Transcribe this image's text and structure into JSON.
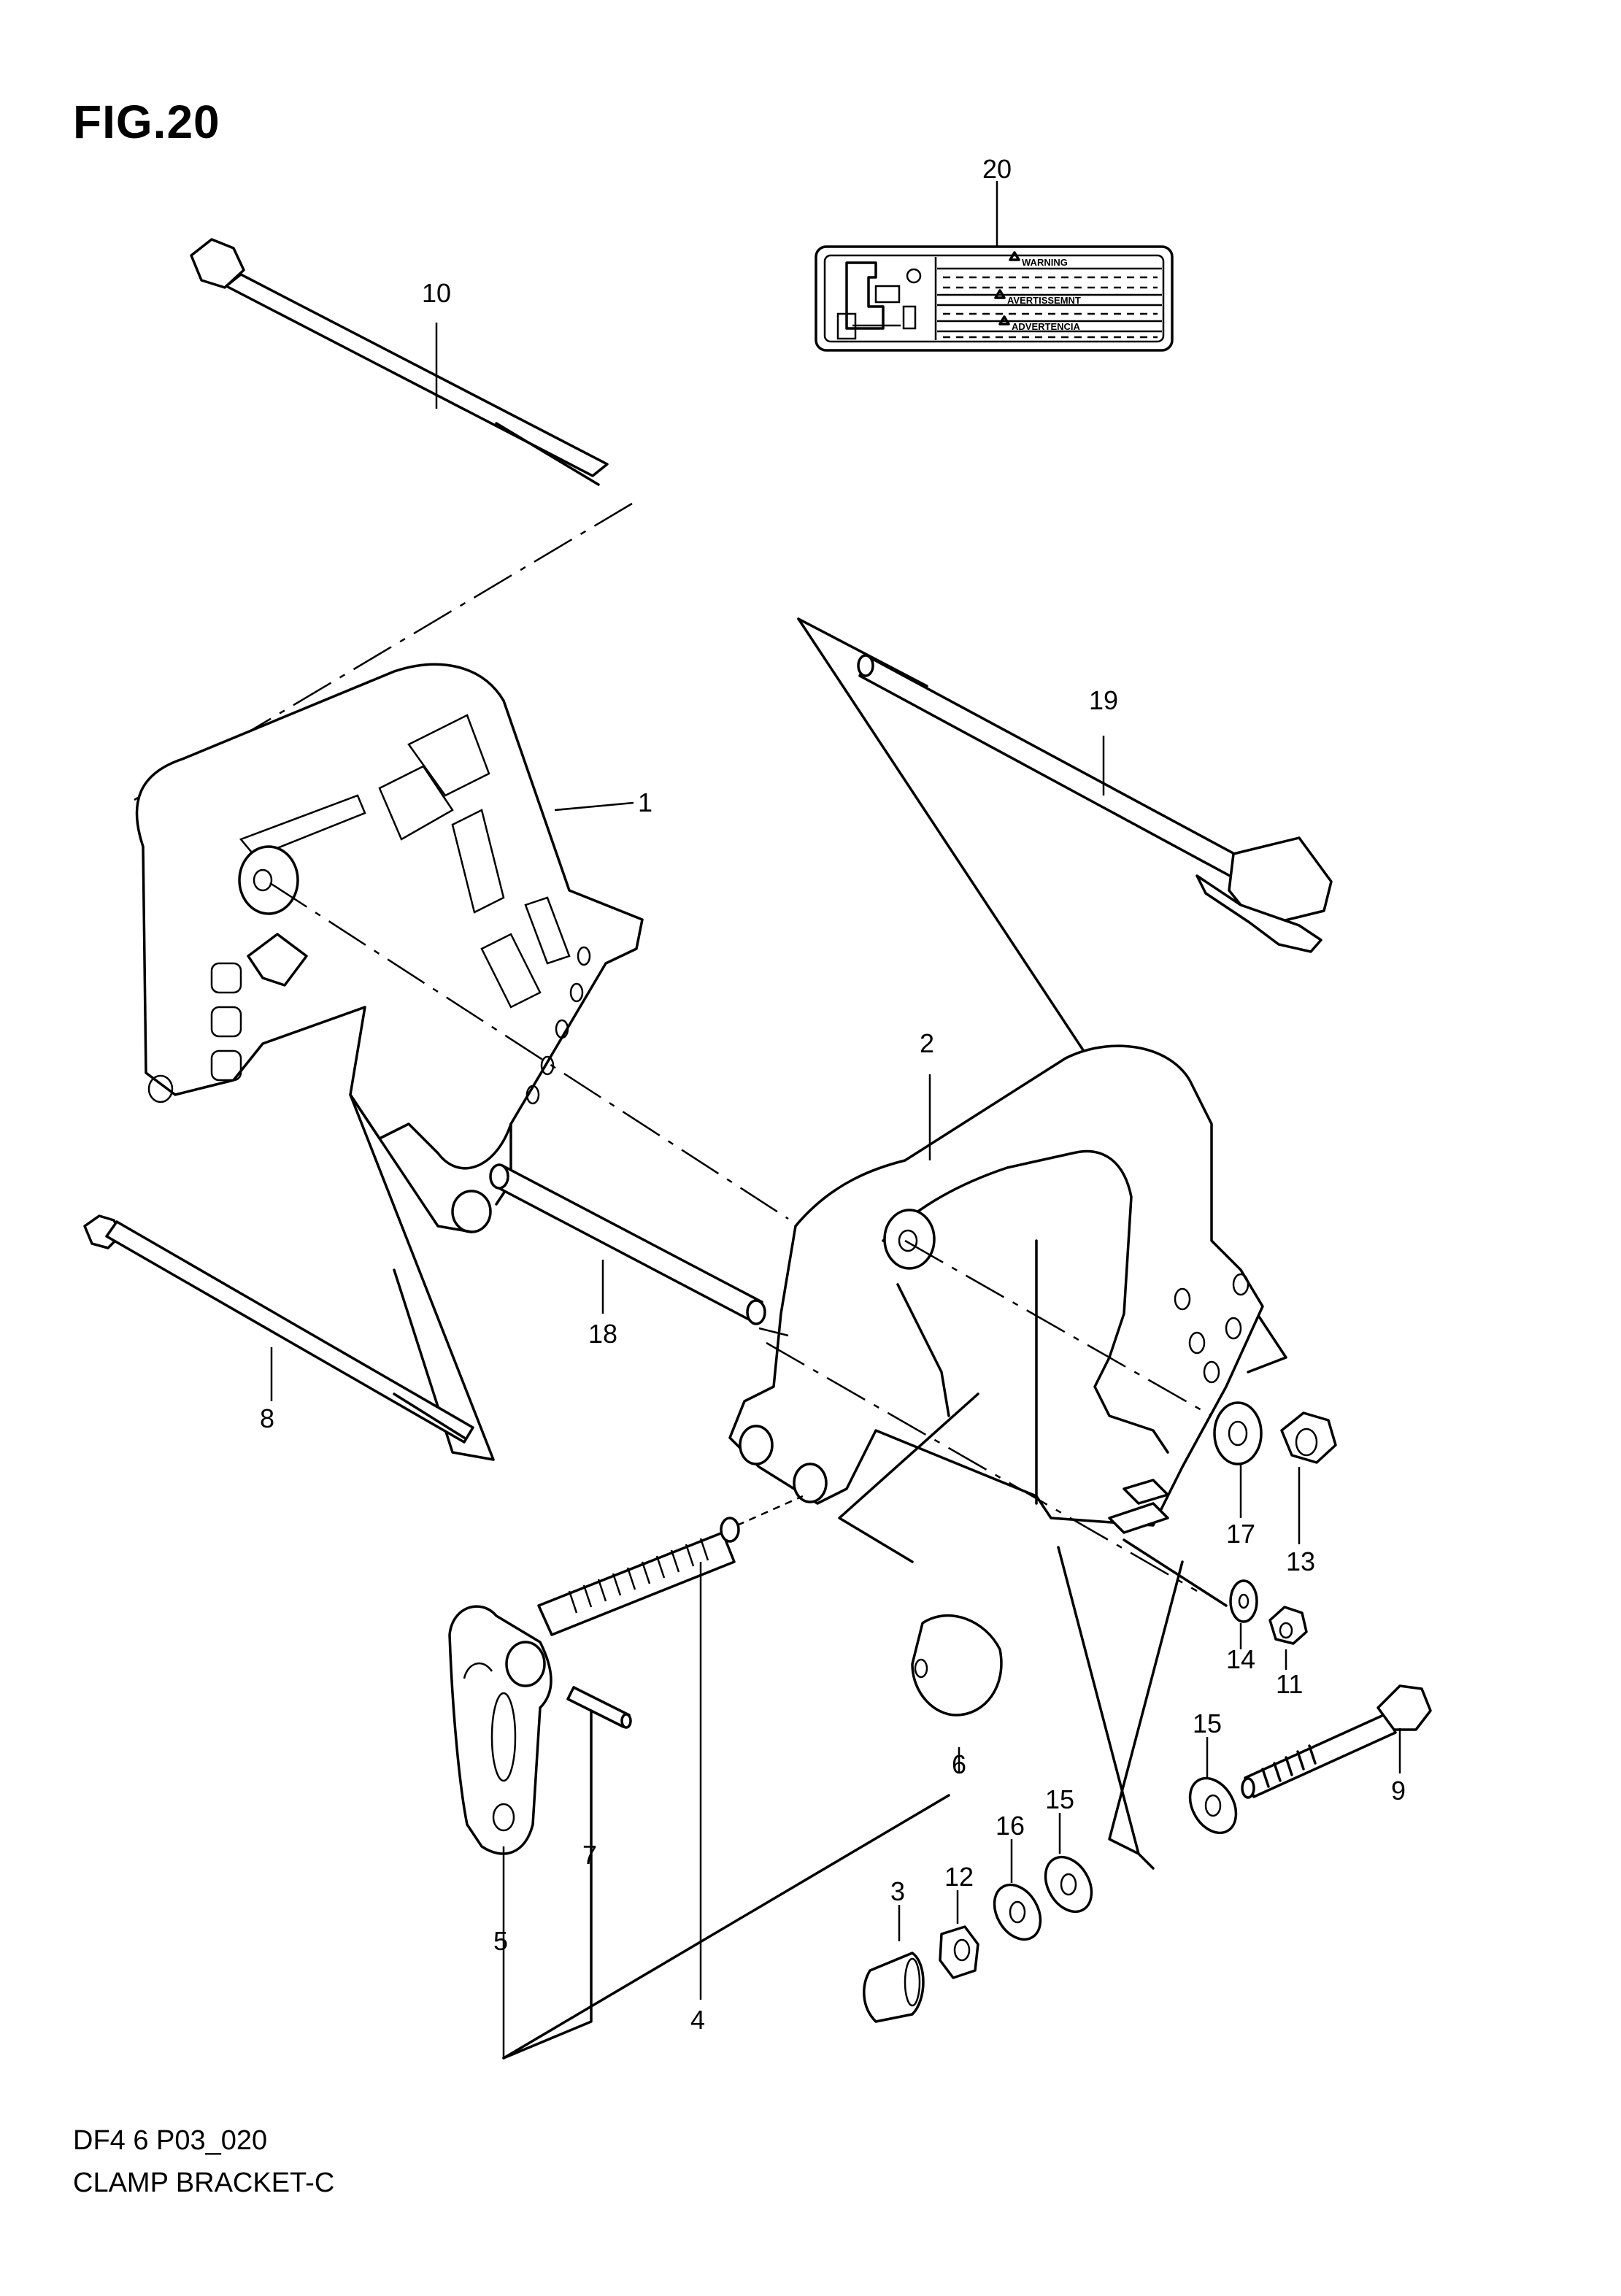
{
  "figure": {
    "title": "FIG.20",
    "code": "DF4 6 P03_020",
    "name": "CLAMP BRACKET-C"
  },
  "warning_label": {
    "headings": [
      "WARNING",
      "AVERTISSEMNT",
      "ADVERTENCIA"
    ]
  },
  "parts": [
    {
      "no": "1",
      "desc": "clamp-bracket-left"
    },
    {
      "no": "2",
      "desc": "clamp-bracket-right"
    },
    {
      "no": "3",
      "desc": "cap"
    },
    {
      "no": "4",
      "desc": "spring"
    },
    {
      "no": "5",
      "desc": "clamp-lever"
    },
    {
      "no": "6",
      "desc": "grommet"
    },
    {
      "no": "7",
      "desc": "pin"
    },
    {
      "no": "8",
      "desc": "long-bolt"
    },
    {
      "no": "9",
      "desc": "bolt"
    },
    {
      "no": "10",
      "desc": "through-bolt"
    },
    {
      "no": "11",
      "desc": "nut"
    },
    {
      "no": "12",
      "desc": "nut"
    },
    {
      "no": "13",
      "desc": "nut"
    },
    {
      "no": "14",
      "desc": "washer"
    },
    {
      "no": "15",
      "desc": "washer"
    },
    {
      "no": "15",
      "desc": "washer"
    },
    {
      "no": "16",
      "desc": "washer"
    },
    {
      "no": "17",
      "desc": "washer"
    },
    {
      "no": "18",
      "desc": "pipe"
    },
    {
      "no": "19",
      "desc": "rod"
    },
    {
      "no": "20",
      "desc": "warning-label"
    }
  ]
}
